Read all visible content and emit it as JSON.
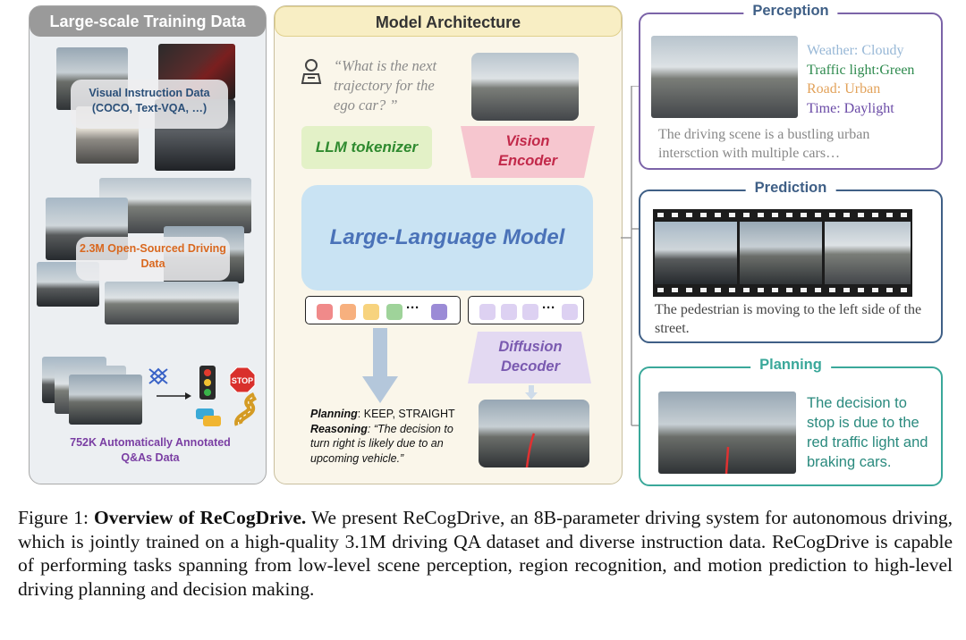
{
  "left_panel": {
    "header": "Large-scale Training Data",
    "visual_instruction": "Visual Instruction Data (COCO, Text-VQA, …)",
    "open_sourced": "2.3M Open-Sourced Driving Data",
    "qa_data": "752K Automatically Annotated Q&As Data",
    "stop_sign": "STOP"
  },
  "middle_panel": {
    "header": "Model Architecture",
    "question": "“What is the next trajectory for the ego car? ”",
    "llm_tokenizer": "LLM tokenizer",
    "vision_encoder": "Vision Encoder",
    "llm": "Large-Language Model",
    "ellipsis": "···",
    "diffusion_decoder": "Diffusion Decoder",
    "planning_label": "Planning",
    "planning_text": ": KEEP, STRAIGHT",
    "reasoning_label": "Reasoning",
    "reasoning_text": ": “The decision to turn right is likely due to an upcoming vehicle.”"
  },
  "perception": {
    "title": "Perception",
    "weather": "Weather: Cloudy",
    "traffic": "Traffic light:Green",
    "road": "Road: Urban",
    "time": "Time: Daylight",
    "desc": "The driving scene is a bustling urban intersction with multiple cars…"
  },
  "prediction": {
    "title": "Prediction",
    "desc": "The pedestrian is moving to the left side of the street."
  },
  "planning": {
    "title": "Planning",
    "desc": "The decision to stop is due to the red traffic light and braking cars."
  },
  "caption": {
    "prefix": "Figure 1: ",
    "bold": "Overview of ReCogDrive.",
    "text": " We present ReCogDrive, an 8B-parameter driving system for autonomous driving, which is jointly trained on a high-quality 3.1M driving QA dataset and diverse instruction data. ReCogDrive is capable of performing tasks spanning from low-level scene perception, region recognition, and motion prediction to high-level driving planning and decision making."
  },
  "colors": {
    "perception": "#7b63a8",
    "prediction": "#3f5f86",
    "planning": "#3aa89a",
    "llm_green": "#2f8a2f",
    "vision_red": "#c2294a",
    "llm_blue": "#4a72b8",
    "diffusion_purple": "#7a5ab0"
  }
}
